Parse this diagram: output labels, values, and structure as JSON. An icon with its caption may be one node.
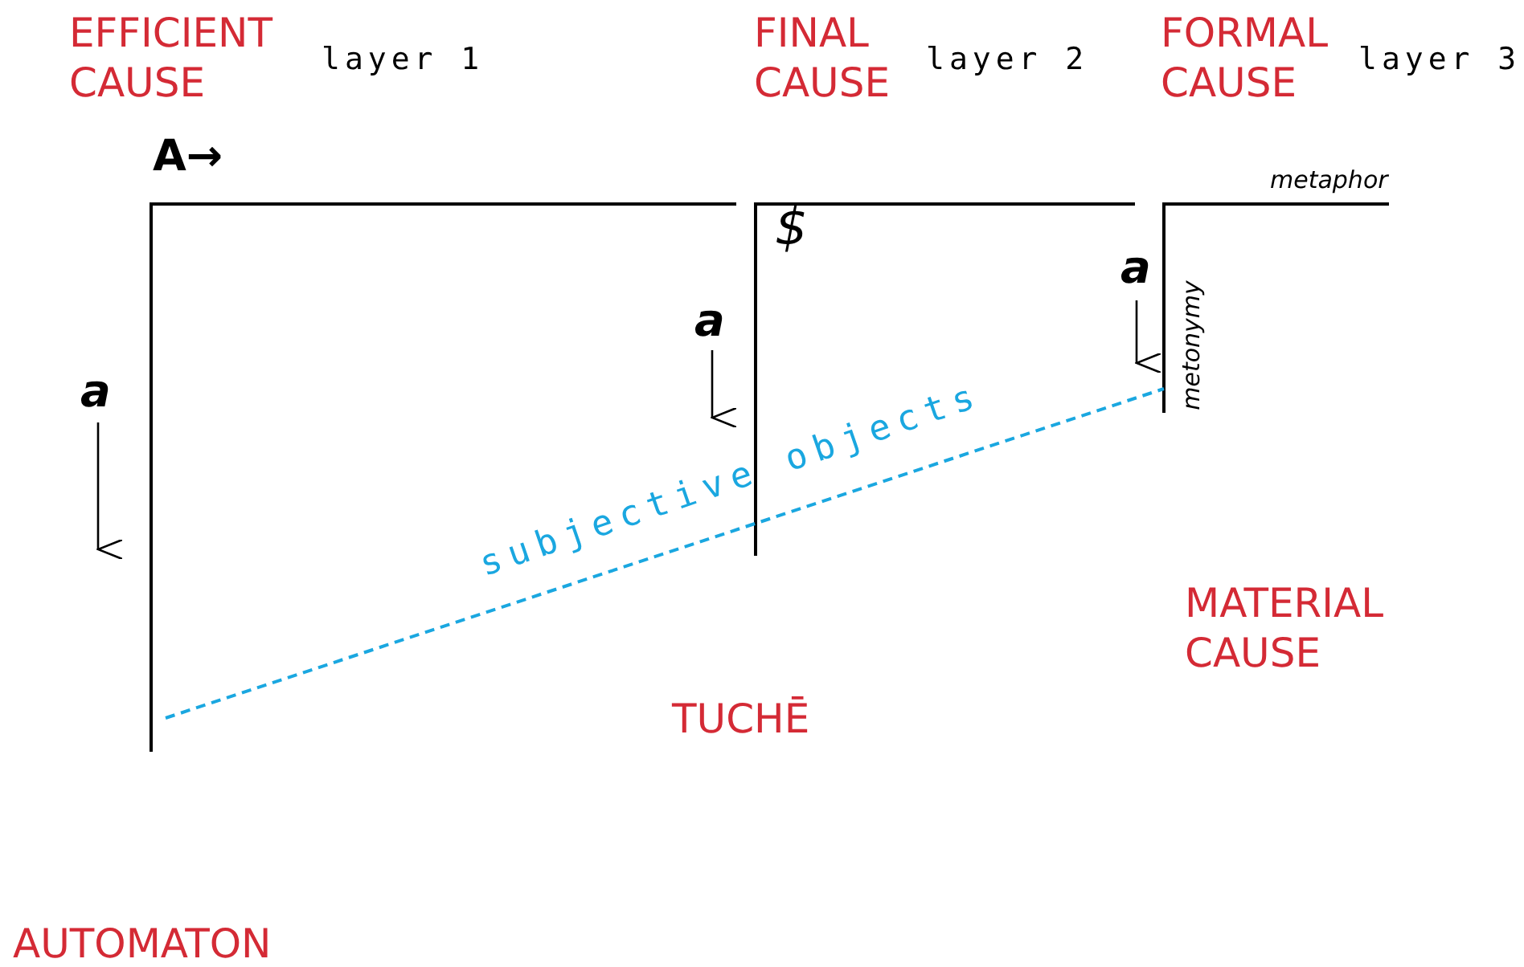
{
  "diagram": {
    "labels": [
      "EFFICIENT CAUSE",
      "layer 1",
      "FINAL CAUSE",
      "layer 2",
      "FORMAL CAUSE",
      "layer 3",
      "A→",
      "metaphor",
      "$",
      "a",
      "a",
      "metonymy",
      "a",
      "subjective objects",
      "MATERIAL CAUSE",
      "TUCHĒ",
      "AUTOMATON"
    ]
  }
}
